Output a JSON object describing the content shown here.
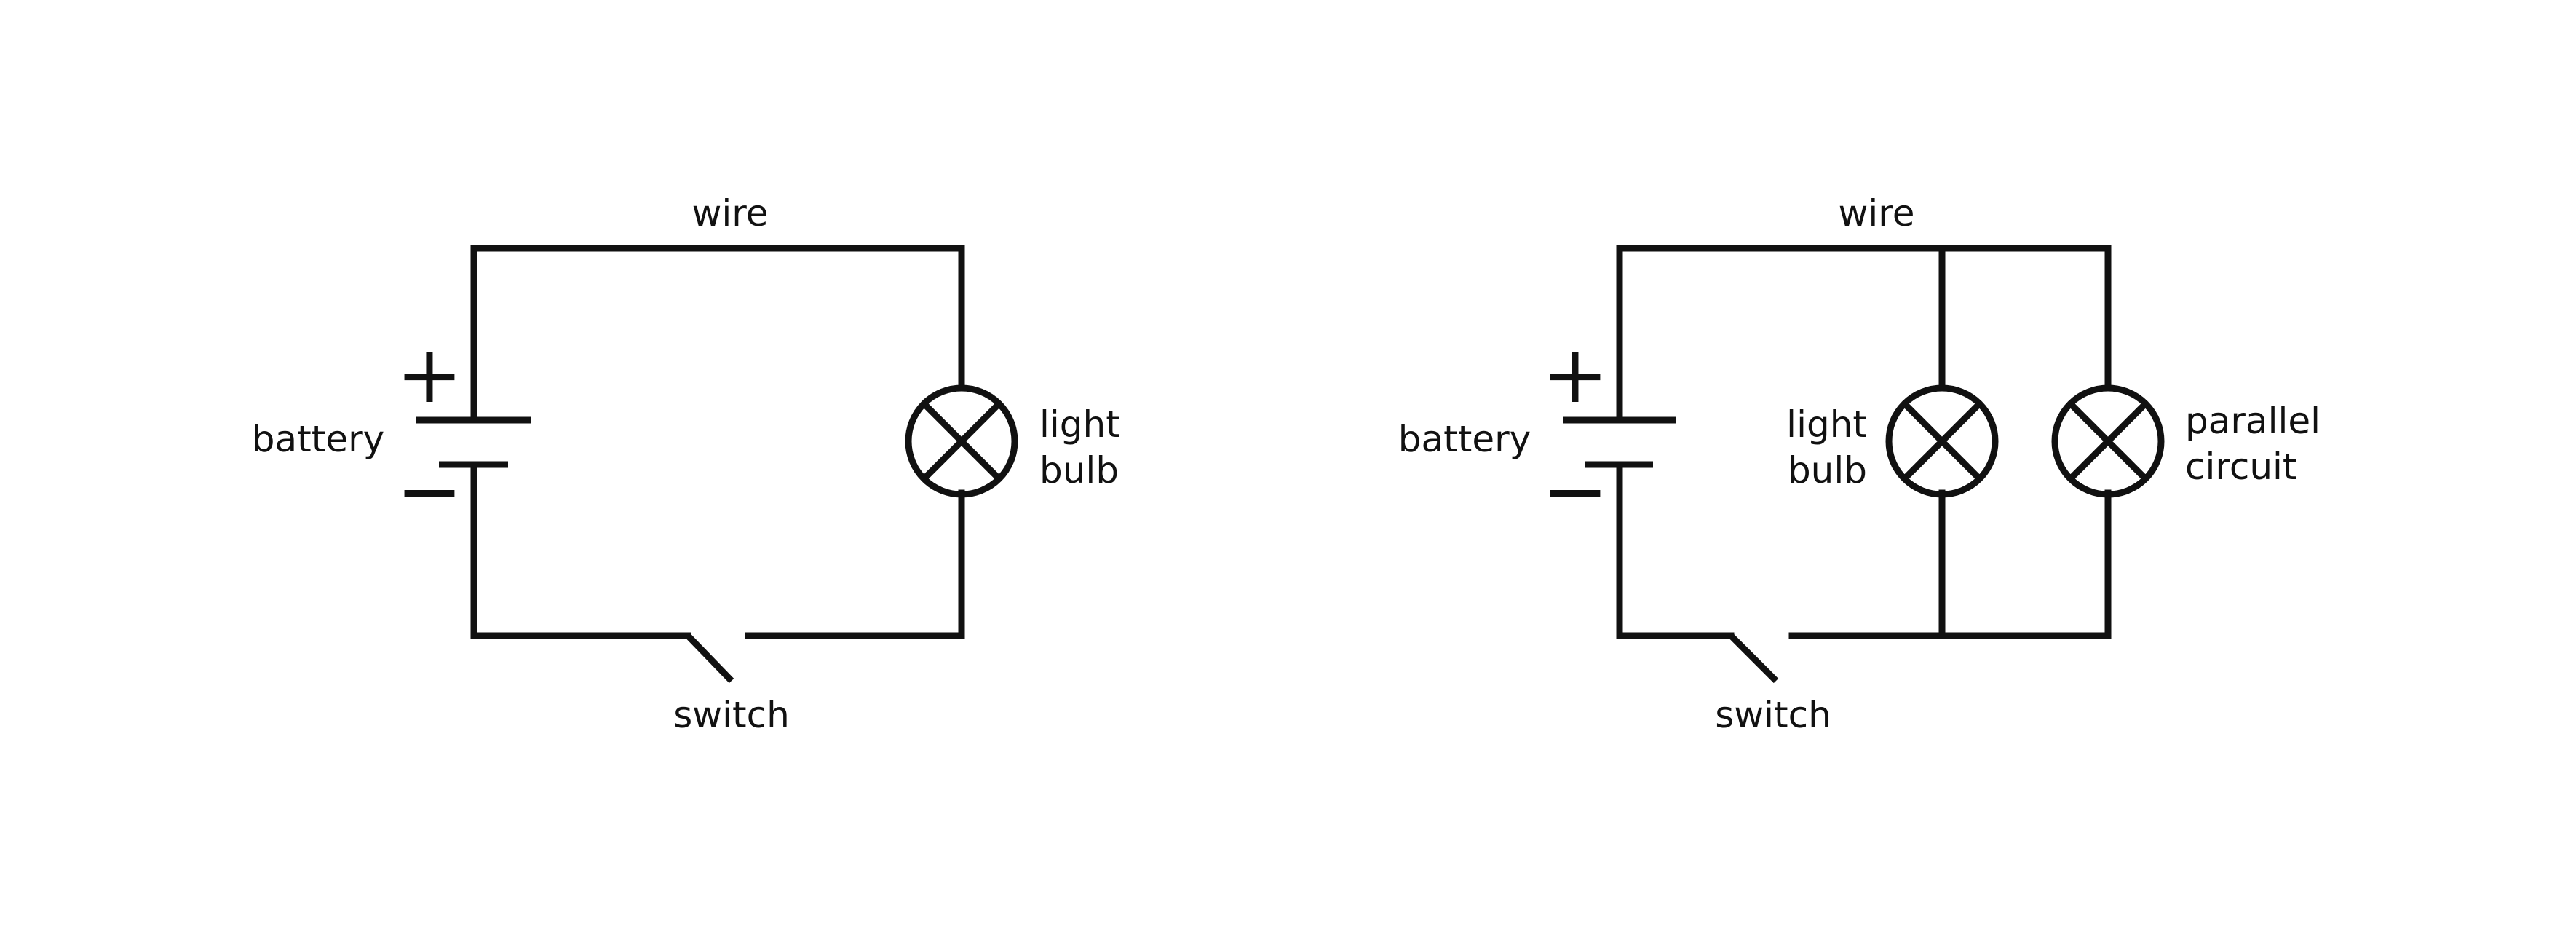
{
  "circuits": [
    {
      "wire_label": "wire",
      "battery_label": "battery",
      "plus_sign": "+",
      "minus_sign": "−",
      "bulb_label_line1": "light",
      "bulb_label_line2": "bulb",
      "switch_label": "switch"
    },
    {
      "wire_label": "wire",
      "battery_label": "battery",
      "plus_sign": "+",
      "minus_sign": "−",
      "bulb_label_line1": "light",
      "bulb_label_line2": "bulb",
      "parallel_label_line1": "parallel",
      "parallel_label_line2": "circuit",
      "switch_label": "switch"
    }
  ]
}
